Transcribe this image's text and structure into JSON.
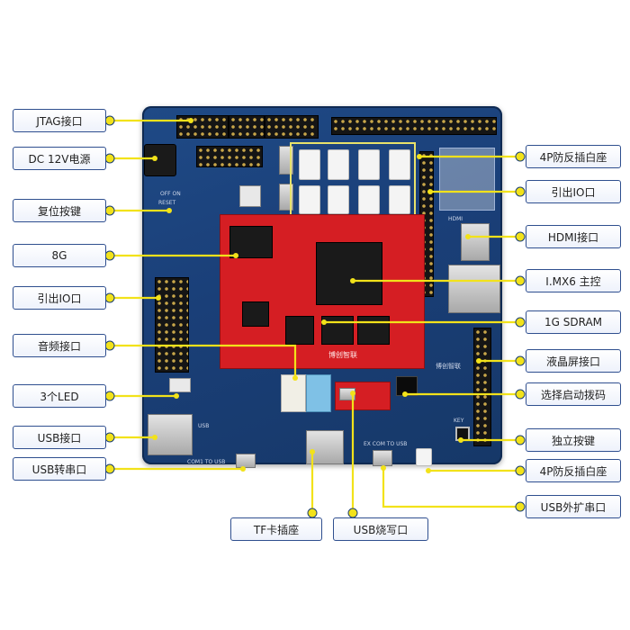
{
  "labels": {
    "jtag": "JTAG接口",
    "dc12v": "DC 12V电源",
    "reset_key": "复位按键",
    "emmc_8g": "8G",
    "io_left": "引出IO口",
    "audio": "音频接口",
    "led3": "3个LED",
    "usb": "USB接口",
    "usb_serial": "USB转串口",
    "tf_slot": "TF卡插座",
    "usb_burn": "USB烧写口",
    "conn_4p_top": "4P防反插白座",
    "io_right": "引出IO口",
    "hdmi": "HDMI接口",
    "imx6": "I.MX6 主控",
    "sdram": "1G SDRAM",
    "lcd": "液晶屏接口",
    "boot_dip": "选择启动拨码",
    "key": "独立按键",
    "conn_4p_bottom": "4P防反插白座",
    "usb_ext_serial": "USB外扩串口"
  },
  "silkscreen": {
    "com1": "COM1 TO USB",
    "excom": "EX COM TO USB",
    "hdmi": "HDMI",
    "key": "KEY",
    "usb": "USB",
    "reset": "RESET",
    "on_off": "OFF ON",
    "brand": "博创智联",
    "core_brand": "博创智联"
  },
  "colors": {
    "board": "#1b4079",
    "core": "#d51e23",
    "leader_line": "#f2e21a",
    "label_border": "#2f4f8f",
    "highlight": "#e8e26a"
  }
}
